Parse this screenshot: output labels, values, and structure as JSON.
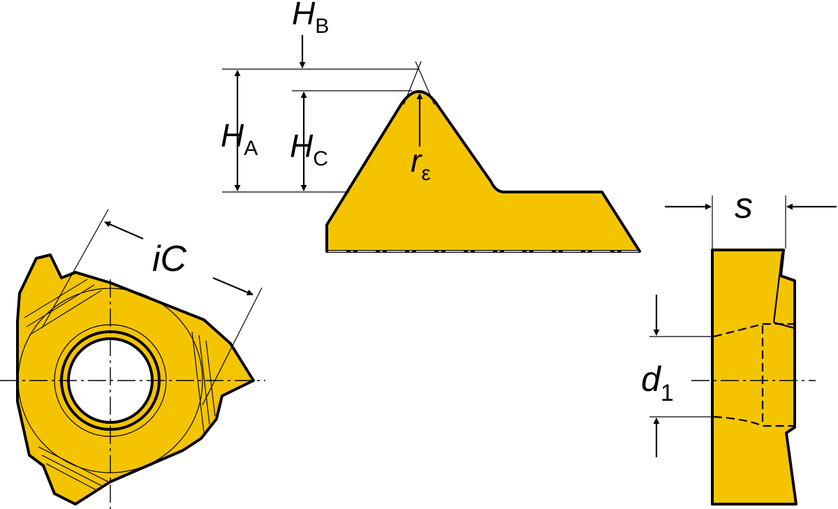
{
  "colors": {
    "insert_fill": "#f5c400",
    "hole_fill": "#ffffff",
    "line": "#000000"
  },
  "labels": {
    "h_b": {
      "main": "H",
      "sub": "B"
    },
    "h_a": {
      "main": "H",
      "sub": "A"
    },
    "h_c": {
      "main": "H",
      "sub": "C"
    },
    "r_eps": {
      "main": "r",
      "sub": "ε"
    },
    "ic": "iC",
    "s": "s",
    "d1": {
      "main": "d",
      "sub": "1"
    }
  }
}
